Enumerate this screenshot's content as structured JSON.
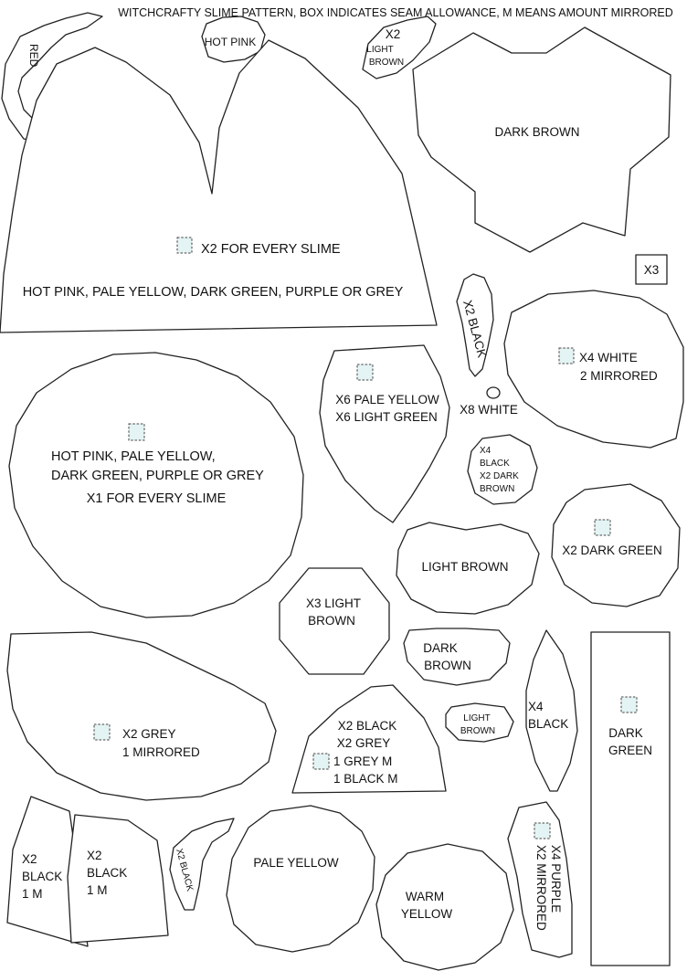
{
  "title": "WITCHCRAFTY SLIME PATTERN, BOX INDICATES SEAM ALLOWANCE, M MEANS AMOUNT MIRRORED",
  "colors": {
    "outline": "#222222",
    "seam_box_fill": "#e4f3f4",
    "text": "#111111"
  },
  "labels": {
    "red": "RED",
    "hot_pink_small": "HOT PINK",
    "x2_light_brown_top": [
      "X2",
      "LIGHT",
      "BROWN"
    ],
    "dark_brown_large": "DARK BROWN",
    "body_count": "X2 FOR EVERY SLIME",
    "body_colors": "HOT PINK, PALE YELLOW, DARK GREEN, PURPLE OR GREY",
    "x3_square": "X3",
    "x2_black_curve": "X2 BLACK",
    "x4_white": [
      "X4 WHITE",
      "2 MIRRORED"
    ],
    "circle_colors": [
      "HOT PINK, PALE YELLOW,",
      "DARK GREEN, PURPLE OR GREY"
    ],
    "circle_count": "X1 FOR EVERY SLIME",
    "pale_yellow_green": [
      "X6 PALE YELLOW",
      "X6 LIGHT GREEN"
    ],
    "x8_white": "X8 WHITE",
    "x4_black_dark_brown": [
      "X4",
      "BLACK",
      "X2 DARK",
      "BROWN"
    ],
    "x2_dark_green": "X2 DARK GREEN",
    "light_brown_bean": "LIGHT BROWN",
    "x3_light_brown_hex": [
      "X3 LIGHT",
      "BROWN"
    ],
    "dark_brown_small": [
      "DARK",
      "BROWN"
    ],
    "light_brown_tiny": [
      "LIGHT",
      "BROWN"
    ],
    "x4_black_leaf": [
      "X4",
      "BLACK"
    ],
    "dark_green_strip": [
      "DARK",
      "GREEN"
    ],
    "x2_grey": [
      "X2 GREY",
      "1 MIRRORED"
    ],
    "x2_black_grey": [
      "X2 BLACK",
      "X2 GREY",
      "1 GREY M",
      "1 BLACK M"
    ],
    "x2_black_1m_left": [
      "X2",
      "BLACK",
      "1 M"
    ],
    "x2_black_1m_right": [
      "X2",
      "BLACK",
      "1 M"
    ],
    "x2_black_small": "X2 BLACK",
    "pale_yellow": "PALE YELLOW",
    "warm_yellow": [
      "WARM",
      "YELLOW"
    ],
    "x4_purple": [
      "X4 PURPLE",
      "X2 MIRRORED"
    ]
  }
}
